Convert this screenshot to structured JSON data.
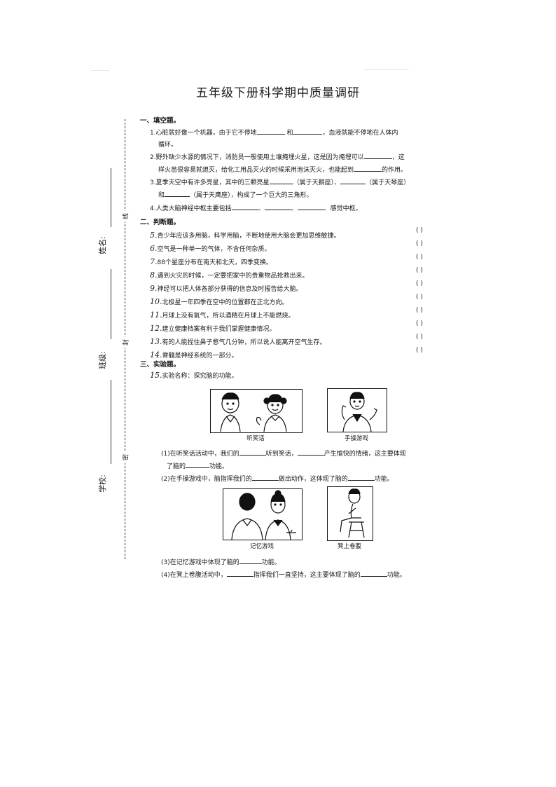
{
  "title": "五年级下册科学期中质量调研",
  "binding": {
    "school_label": "学校:",
    "class_label": "班级:",
    "name_label": "姓名:",
    "seal_mi": "密",
    "seal_feng": "封",
    "seal_xian": "线"
  },
  "section1": {
    "heading": "一、填空题。",
    "q1_a": "1.心脏就好像一个机器，由于它不停地",
    "q1_b": "和",
    "q1_c": "，血液就能不停地在人体内",
    "q1_d": "循环。",
    "q2_a": "2.野外缺少水源的情况下，消防员一般使用土壤掩埋火星，这是因为掩埋可以",
    "q2_b": "，这",
    "q2_c": "样火苗很容易就熄灭，给化工用品灭火的时候采用泡沫灭火，也能起到",
    "q2_d": "的作用。",
    "q3_a": "3.夏季天空中有许多亮星，其中的三颗亮星",
    "q3_b": "（属于天鹅座）、",
    "q3_c": "（属于天琴座）",
    "q3_d": "和",
    "q3_e": "（属于天鹰座），构成了一个巨大的三角形。",
    "q4_a": "4.人类大脑神经中枢主要包括",
    "q4_b": "、",
    "q4_c": "、",
    "q4_d": "、感觉中枢。"
  },
  "section2": {
    "heading": "二、判断题。",
    "items": [
      {
        "num": "5.",
        "text": "青少年应该多用脑，科学用脑，不断地使用大脑会更加思维敏捷。",
        "paren": "(     )"
      },
      {
        "num": "6.",
        "text": "空气是一种单一的气体，不含任何杂质。",
        "paren": "(     )"
      },
      {
        "num": "7.",
        "text": "88个星座分布在南天和北天，四季变换。",
        "paren": "(     )"
      },
      {
        "num": "8.",
        "text": "遇到火灾的时候，一定要把家中的贵重物品抢救出来。",
        "paren": "(     )"
      },
      {
        "num": "9.",
        "text": "神经可以把人体各部分获得的信息及时报告给大脑。",
        "paren": "(     )"
      },
      {
        "num": "10.",
        "text": "北极星一年四季在空中的位置都在正北方向。",
        "paren": "(     )"
      },
      {
        "num": "11.",
        "text": "月球上没有氧气，所以酒精在月球上不能燃烧。",
        "paren": "(     )"
      },
      {
        "num": "12.",
        "text": "建立健康档案有利于我们掌握健康情况。",
        "paren": "(     )"
      },
      {
        "num": "13.",
        "text": "有的人能捏住鼻子憋气几分钟，所以说人能离开空气生存。",
        "paren": "(     )"
      },
      {
        "num": "14.",
        "text": "脊髓是神经系统的一部分。",
        "paren": "(     )"
      }
    ]
  },
  "section3": {
    "heading": "三、实验题。",
    "q15_num": "15.",
    "q15_text": "实验名称：探究脑的功能。",
    "captions": [
      "听笑话",
      "手操游戏",
      "记忆游戏",
      "凳上卷腹"
    ],
    "s1_a": "(1)在听笑话活动中，我们的",
    "s1_b": "听到笑话，",
    "s1_c": "产生愉快的情绪，这主要体现",
    "s1_d": "了脑的",
    "s1_e": "功能。",
    "s2_a": "(2)在手操游戏中，脑指挥我们的",
    "s2_b": "做出动作，这体现了脑的",
    "s2_c": "功能。",
    "s3_a": "(3)在记忆游戏中体现了脑的",
    "s3_b": "功能。",
    "s4_a": "(4)在凳上卷腹活动中，",
    "s4_b": "指挥我们一直坚持，这主要体现了脑的",
    "s4_c": "功能。"
  }
}
